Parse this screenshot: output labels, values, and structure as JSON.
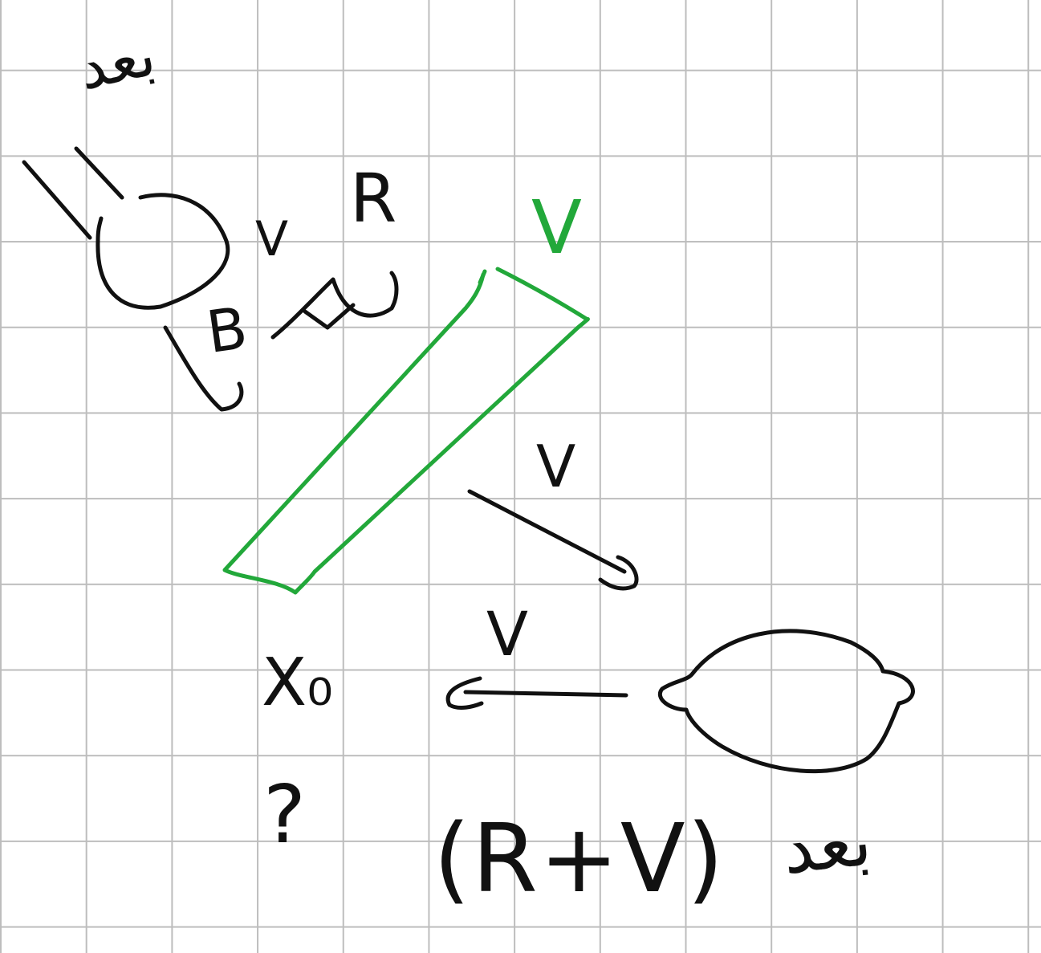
{
  "colors": {
    "ink": "#111111",
    "green_ink": "#22a83a",
    "grid": "#bdbdbd",
    "paper": "#ffffff"
  },
  "labels": {
    "top_arabic": "بعد",
    "b_label": "B",
    "v_label_black": "V",
    "r_label": "R",
    "v_label_green": "V",
    "v_label_arrow_down": "V",
    "v_label_arrow_left": "V",
    "x0_label": "X₀",
    "question_mark": "?",
    "sum_expression": "(R+V)",
    "bottom_arabic": "بعد"
  }
}
